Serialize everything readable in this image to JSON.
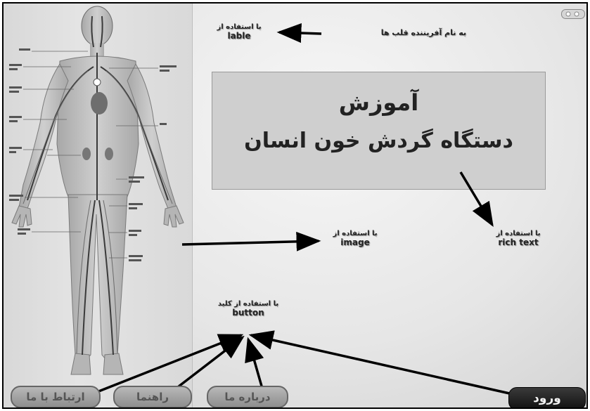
{
  "title_box": {
    "line1": "آموزش",
    "line2": "دستگاه گردش خون انسان"
  },
  "annotations": {
    "label": {
      "fa": "با استفاده از",
      "en": "lable",
      "note": "به نام آفریننده قلب ها"
    },
    "image": {
      "fa": "با استفاده از",
      "en": "image"
    },
    "rich_text": {
      "fa": "با استفاده از",
      "en": "rich text"
    },
    "button": {
      "fa": "با استفاده از کلید",
      "en": "button"
    }
  },
  "buttons": {
    "contact": "ارتباط با ما",
    "help": "راهنما",
    "about": "درباره ما",
    "enter": "ورود"
  },
  "colors": {
    "enter_bg": "#1a1a1a",
    "button_bg": "#a3a3a3",
    "title_box_bg": "#cfcfcf"
  }
}
